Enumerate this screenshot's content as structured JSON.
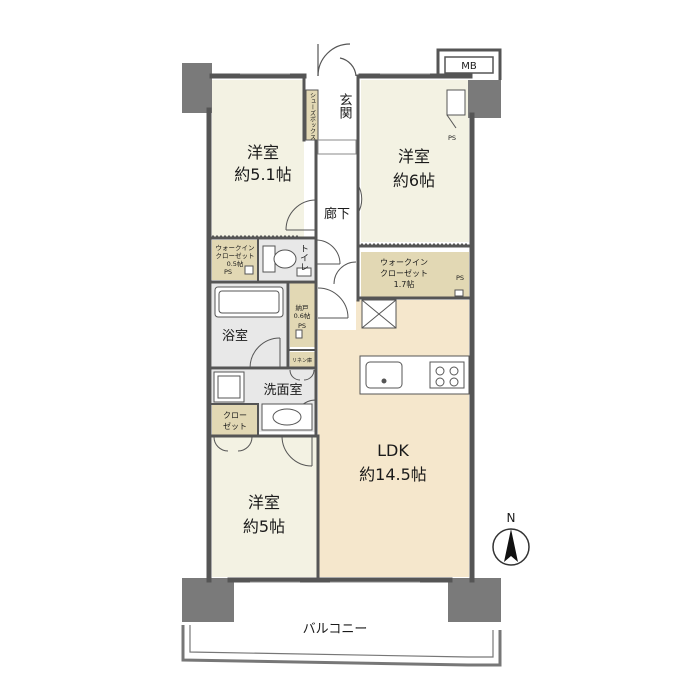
{
  "rooms": {
    "western_top_left": {
      "name": "洋室",
      "size": "約5.1帖"
    },
    "western_top_right": {
      "name": "洋室",
      "size": "約6帖"
    },
    "western_bottom": {
      "name": "洋室",
      "size": "約5帖"
    },
    "ldk": {
      "name": "LDK",
      "size": "約14.5帖"
    },
    "entrance": "玄関",
    "corridor": "廊下",
    "bathroom": "浴室",
    "washroom": "洗面室",
    "toilet": "トイレ",
    "balcony": "バルコニー"
  },
  "storage": {
    "shoe_box": "シューズボックス",
    "walk_in_small": {
      "line1": "ウォークイン",
      "line2": "クローゼット",
      "line3": "0.5帖",
      "ps": "PS"
    },
    "walk_in_large": {
      "line1": "ウォークイン",
      "line2": "クローゼット",
      "line3": "1.7帖",
      "ps": "PS"
    },
    "pantry": {
      "line1": "納戸",
      "line2": "0.6帖",
      "ps": "PS"
    },
    "linen": "リネン庫",
    "closet": {
      "line1": "クロー",
      "line2": "ゼット"
    }
  },
  "labels": {
    "mb": "MB",
    "ps_top": "PS",
    "north": "N"
  }
}
